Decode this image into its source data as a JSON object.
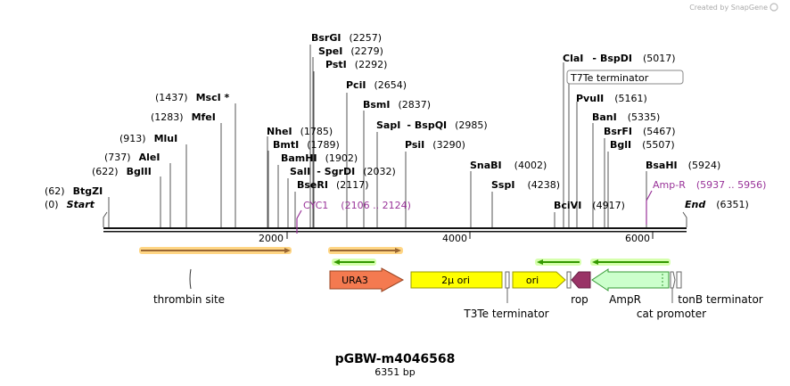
{
  "watermark": "Created by SnapGene",
  "title": "pGBW-m4046568",
  "subtitle": "6351 bp",
  "scale": {
    "ticks": [
      {
        "pos": 2000,
        "label": "2000"
      },
      {
        "pos": 4000,
        "label": "4000"
      },
      {
        "pos": 6000,
        "label": "6000"
      }
    ]
  },
  "sites": [
    {
      "name": "Start",
      "pos": "(0)",
      "bp": 0,
      "italic": true
    },
    {
      "name": "BtgZI",
      "pos": "(62)",
      "bp": 62
    },
    {
      "name": "BglII",
      "pos": "(622)",
      "bp": 622
    },
    {
      "name": "AleI",
      "pos": "(737)",
      "bp": 737
    },
    {
      "name": "MluI",
      "pos": "(913)",
      "bp": 913
    },
    {
      "name": "MfeI",
      "pos": "(1283)",
      "bp": 1283
    },
    {
      "name": "MscI *",
      "pos": "(1437)",
      "bp": 1437
    },
    {
      "name": "NheI",
      "pos": "(1785)",
      "bp": 1785
    },
    {
      "name": "BmtI",
      "pos": "(1789)",
      "bp": 1789
    },
    {
      "name": "BamHI",
      "pos": "(1902)",
      "bp": 1902
    },
    {
      "name": "SalI",
      "pos": "(2032)",
      "bp": 2032,
      "pair": "SgrDI"
    },
    {
      "name": "BseRI",
      "pos": "(2117)",
      "bp": 2117
    },
    {
      "name": "BsrGI",
      "pos": "(2257)",
      "bp": 2257
    },
    {
      "name": "SpeI",
      "pos": "(2279)",
      "bp": 2279
    },
    {
      "name": "PstI",
      "pos": "(2292)",
      "bp": 2292
    },
    {
      "name": "PciI",
      "pos": "(2654)",
      "bp": 2654
    },
    {
      "name": "BsmI",
      "pos": "(2837)",
      "bp": 2837
    },
    {
      "name": "SapI",
      "pos": "(2985)",
      "bp": 2985,
      "pair": "BspQI"
    },
    {
      "name": "PsiI",
      "pos": "(3290)",
      "bp": 3290
    },
    {
      "name": "SnaBI",
      "pos": "(4002)",
      "bp": 4002
    },
    {
      "name": "SspI",
      "pos": "(4238)",
      "bp": 4238
    },
    {
      "name": "BciVI",
      "pos": "(4917)",
      "bp": 4917
    },
    {
      "name": "ClaI",
      "pos": "(5017)",
      "bp": 5017,
      "pair": "BspDI"
    },
    {
      "name": "PvuII",
      "pos": "(5161)",
      "bp": 5161
    },
    {
      "name": "BanI",
      "pos": "(5335)",
      "bp": 5335
    },
    {
      "name": "BsrFI",
      "pos": "(5467)",
      "bp": 5467
    },
    {
      "name": "BglI",
      "pos": "(5507)",
      "bp": 5507
    },
    {
      "name": "BsaHI",
      "pos": "(5924)",
      "bp": 5924
    },
    {
      "name": "End",
      "pos": "(6351)",
      "bp": 6351,
      "italic": true
    }
  ],
  "primers": [
    {
      "name": "CYC1",
      "range": "(2106 .. 2124)",
      "bp": 2106
    },
    {
      "name": "Amp-R",
      "range": "(5937 .. 5956)",
      "bp": 5937
    }
  ],
  "boxed_feature": {
    "name": "T7Te terminator"
  },
  "features": [
    {
      "name": "thrombin site"
    },
    {
      "name": "URA3"
    },
    {
      "name": "2μ ori"
    },
    {
      "name": "ori"
    },
    {
      "name": "T3Te terminator"
    },
    {
      "name": "rop"
    },
    {
      "name": "AmpR"
    },
    {
      "name": "cat promoter"
    },
    {
      "name": "tonB terminator"
    }
  ],
  "colors": {
    "ura3": "#f47a50",
    "two_mu": "#ffff00",
    "ori": "#ffff00",
    "rop": "#993366",
    "ampr": "#ccffcc",
    "orf_arrow": "#996633",
    "orf_glow": "#ffcc66",
    "primer": "#993399",
    "green_arrow": "#339900"
  }
}
